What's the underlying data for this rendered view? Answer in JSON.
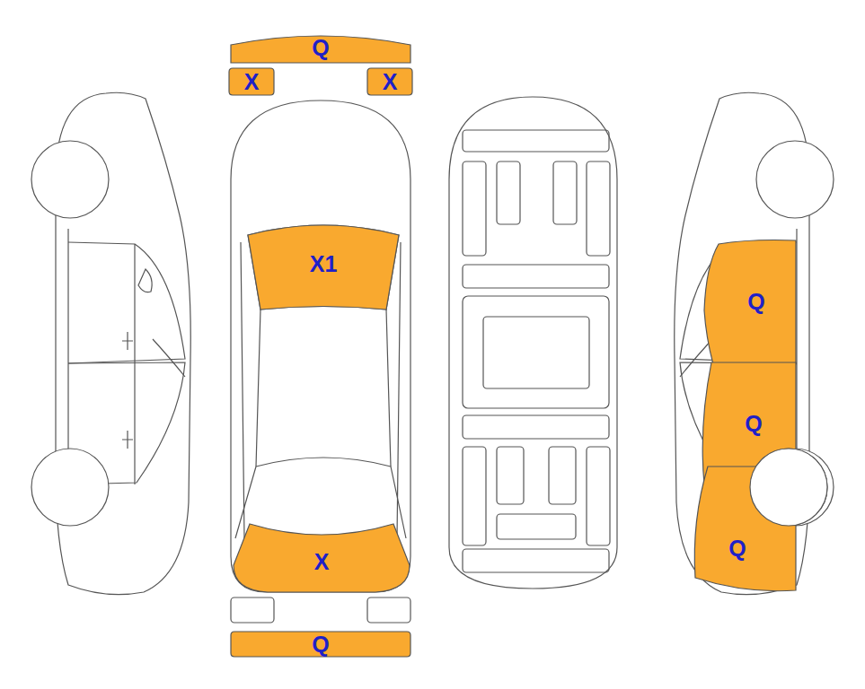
{
  "diagram": {
    "nodes": [
      {
        "text": [
          "Q"
        ]
      },
      {
        "text": [
          "X"
        ]
      },
      {
        "text": [
          "X"
        ]
      },
      {
        "text": [
          "X1"
        ]
      },
      {
        "text": [
          "Q"
        ]
      },
      {
        "text": [
          "Q"
        ]
      },
      {
        "text": [
          "Q"
        ]
      },
      {
        "text": [
          "X"
        ]
      },
      {
        "text": [
          "Q"
        ]
      }
    ]
  }
}
